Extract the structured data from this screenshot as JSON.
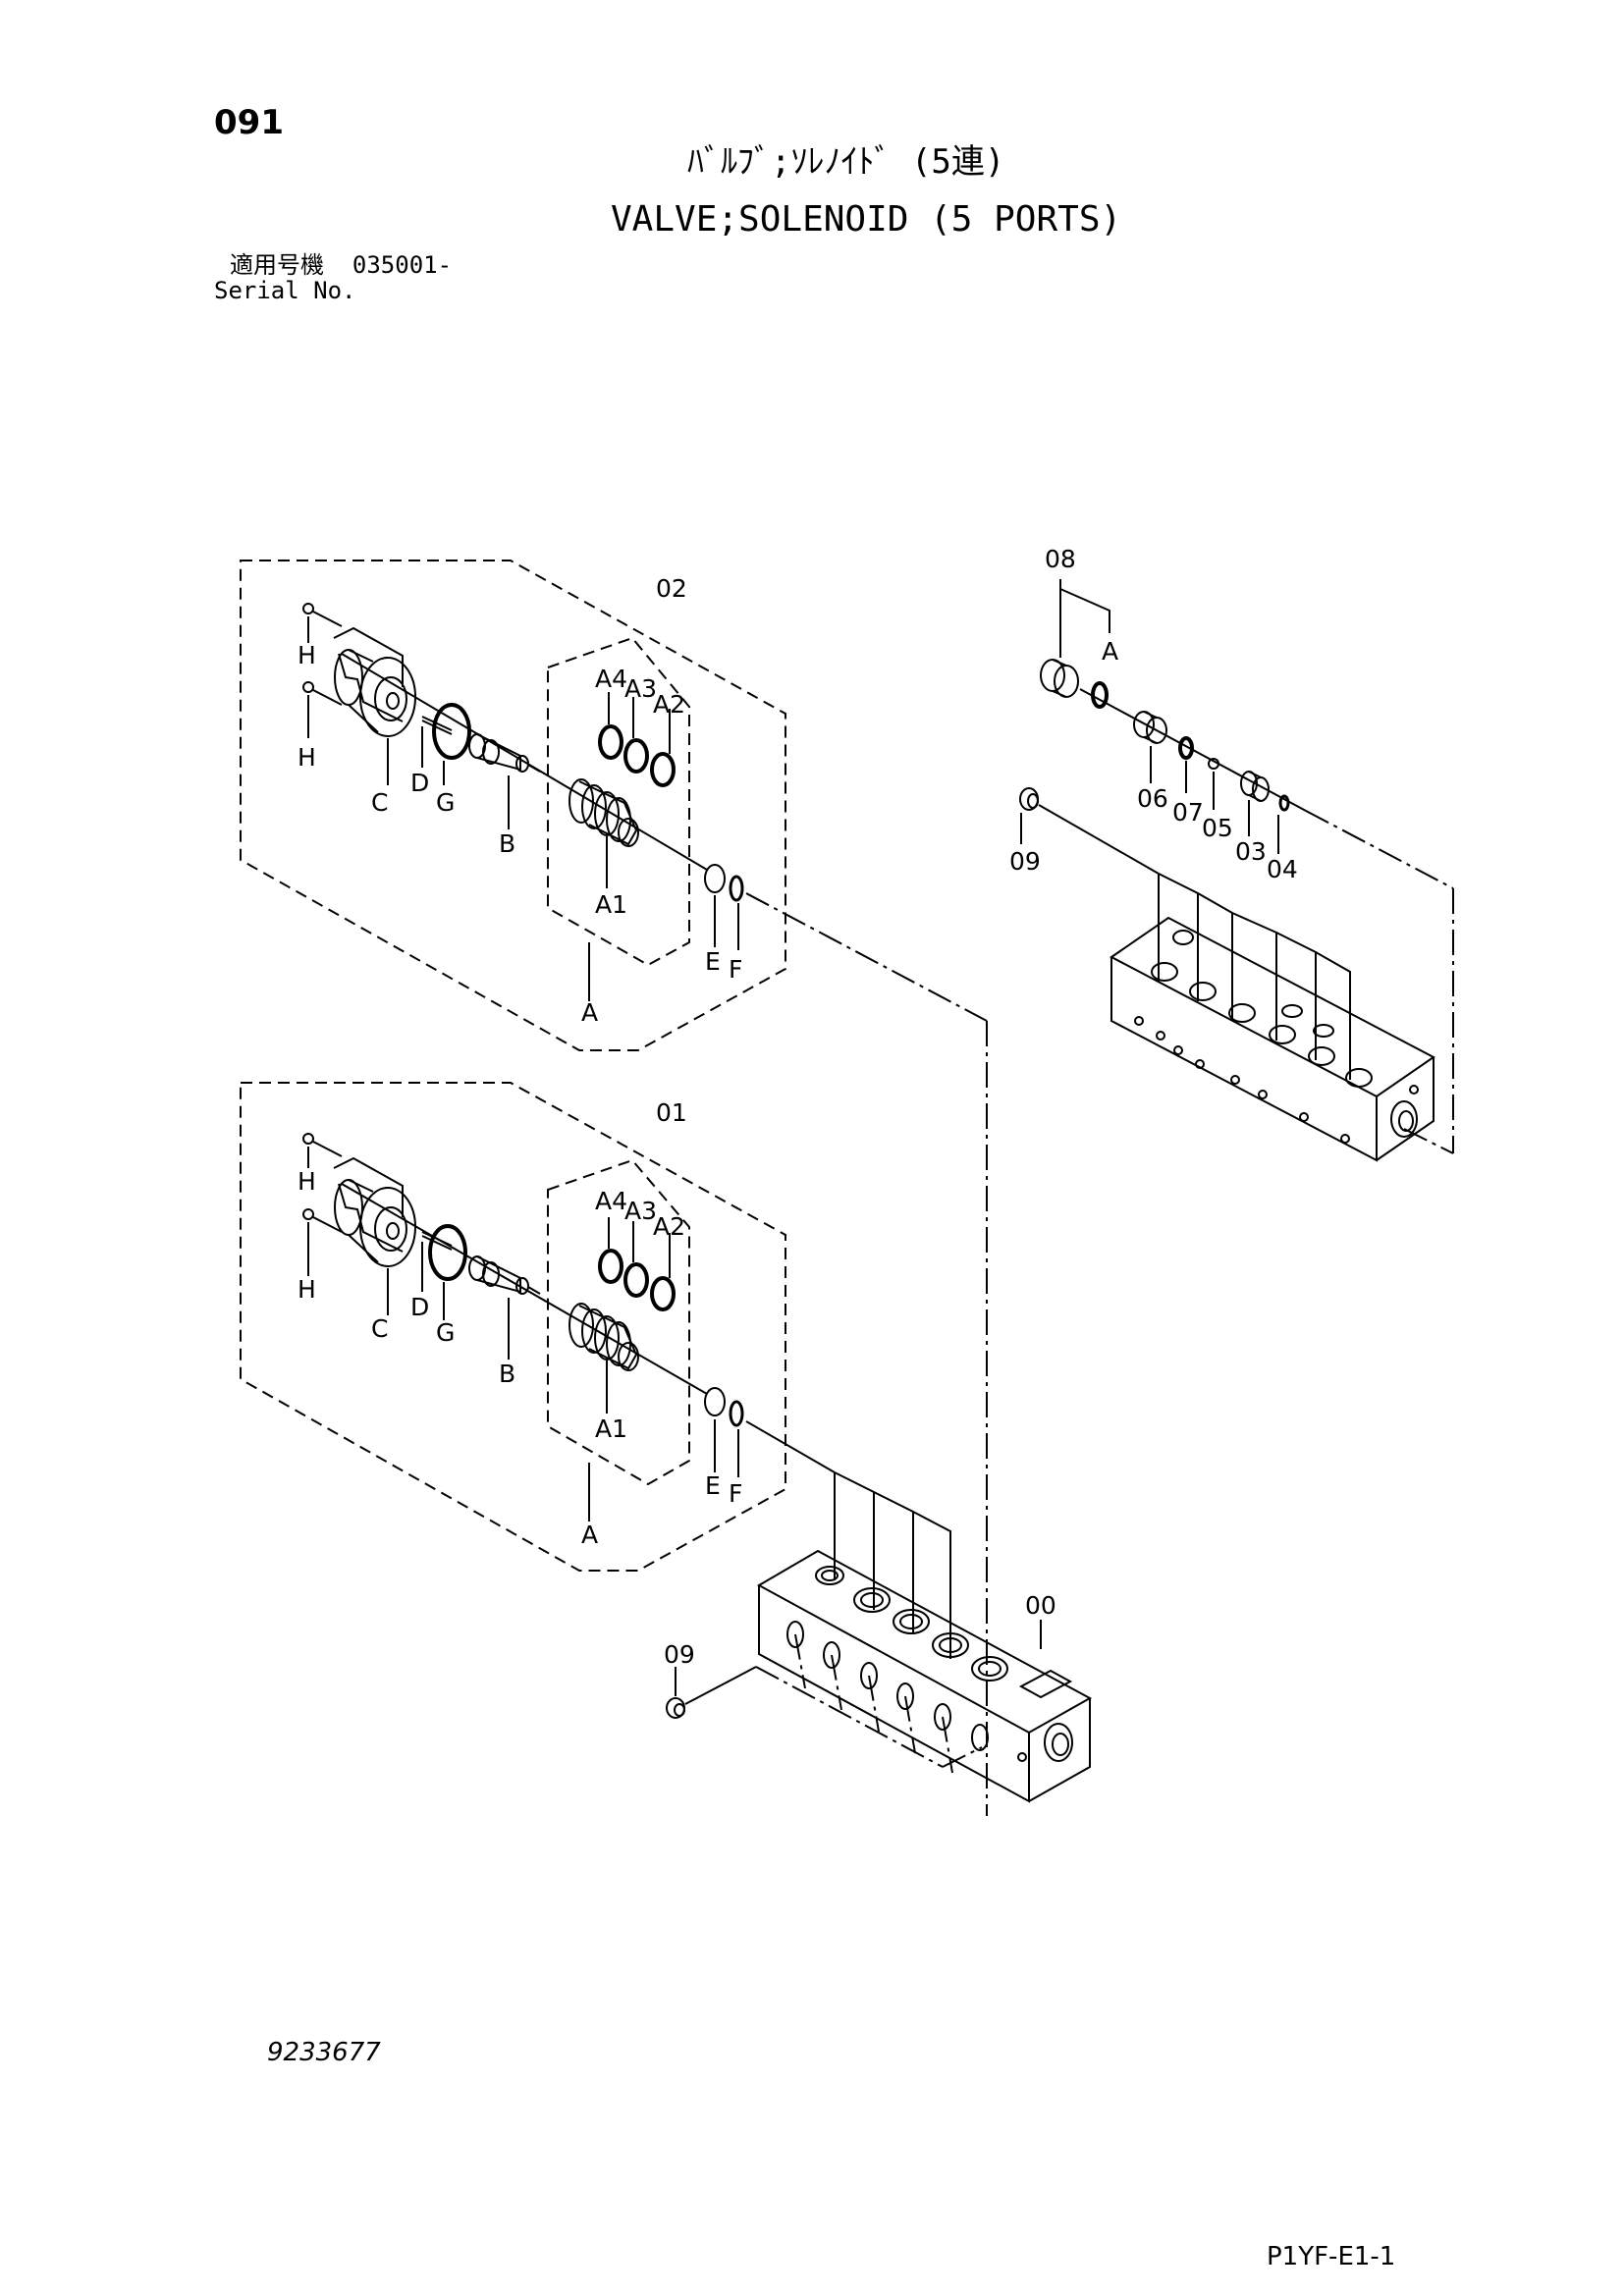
{
  "header": {
    "page_number": "091",
    "title_jp": "ﾊﾞﾙﾌﾞ;ｿﾚﾉｲﾄﾞ (5連)",
    "title_en": "VALVE;SOLENOID (5 PORTS)",
    "serial_label_jp": "適用号機",
    "serial_value": "035001-",
    "serial_label_en": "Serial No."
  },
  "footer": {
    "drawing_number": "9233677",
    "page_code": "P1YF-E1-1"
  },
  "callouts": {
    "assembly_02": {
      "group": "02",
      "H1": "H",
      "H2": "H",
      "C": "C",
      "D": "D",
      "G": "G",
      "B": "B",
      "A4": "A4",
      "A3": "A3",
      "A2": "A2",
      "A1": "A1",
      "E": "E",
      "F": "F",
      "A": "A"
    },
    "assembly_01": {
      "group": "01",
      "H1": "H",
      "H2": "H",
      "C": "C",
      "D": "D",
      "G": "G",
      "B": "B",
      "A4": "A4",
      "A3": "A3",
      "A2": "A2",
      "A1": "A1",
      "E": "E",
      "F": "F",
      "A": "A"
    },
    "parts": {
      "p08": "08",
      "pA": "A",
      "p06": "06",
      "p07": "07",
      "p05": "05",
      "p03": "03",
      "p04": "04",
      "p09_top": "09",
      "p00": "00",
      "p09_bottom": "09"
    }
  }
}
